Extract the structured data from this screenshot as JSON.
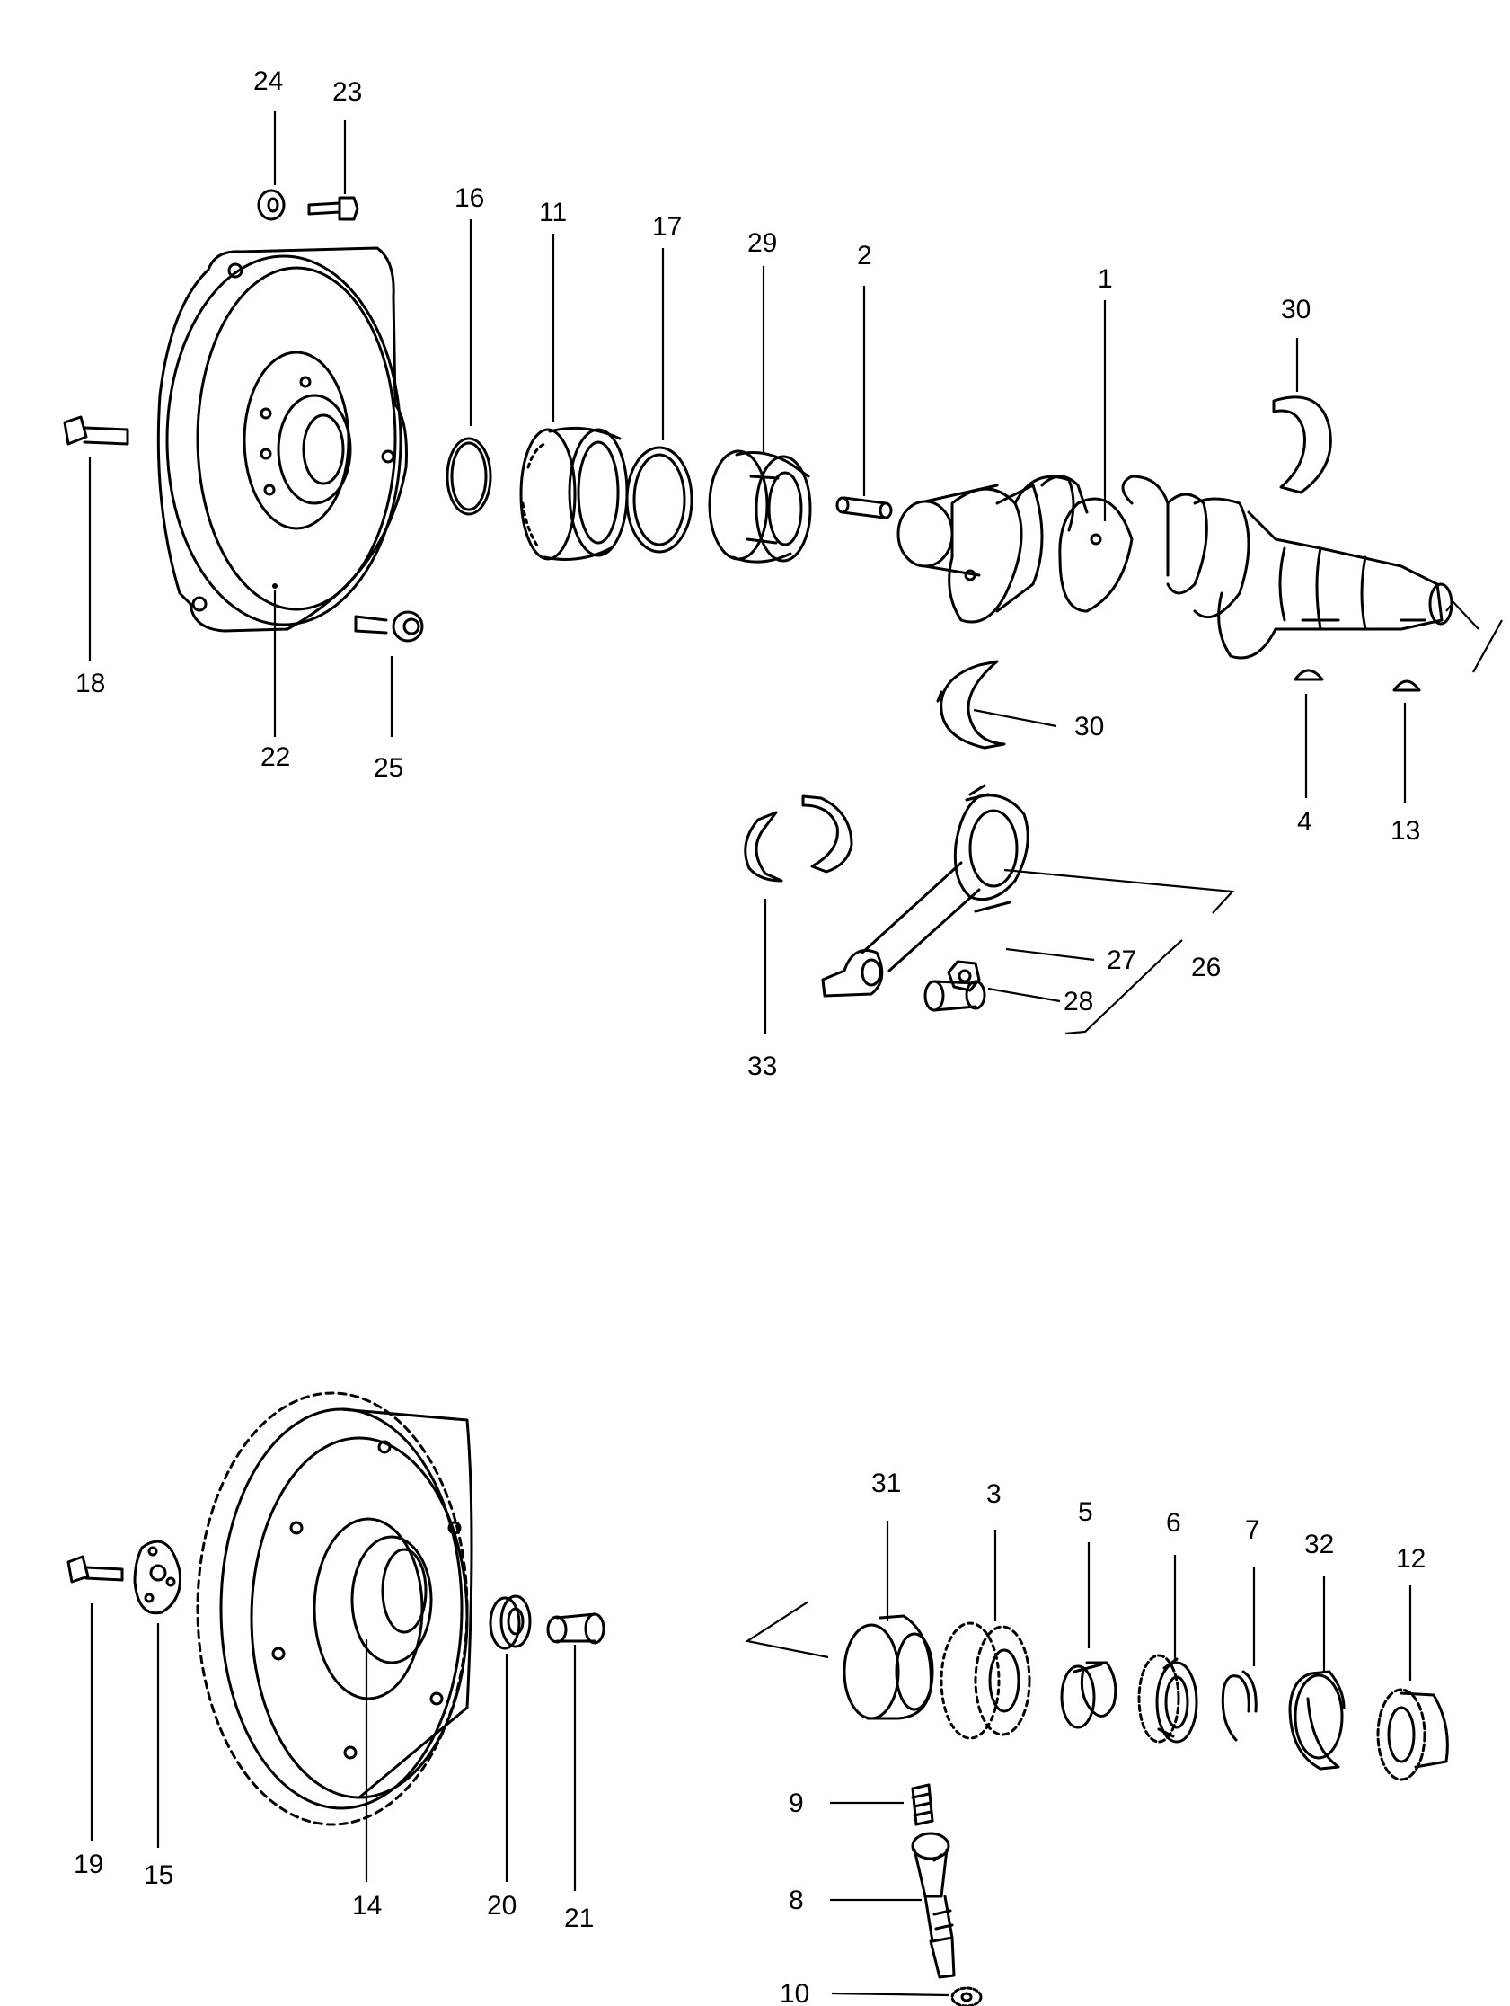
{
  "labels": {
    "l1": "1",
    "l2": "2",
    "l3": "3",
    "l4": "4",
    "l5": "5",
    "l6": "6",
    "l7": "7",
    "l8": "8",
    "l9": "9",
    "l10": "10",
    "l11": "11",
    "l12": "12",
    "l13": "13",
    "l14": "14",
    "l15": "15",
    "l16": "16",
    "l17": "17",
    "l18": "18",
    "l19": "19",
    "l20": "20",
    "l21": "21",
    "l22": "22",
    "l23": "23",
    "l24": "24",
    "l25": "25",
    "l26": "26",
    "l27": "27",
    "l28": "28",
    "l29": "29",
    "l30a": "30",
    "l30b": "30",
    "l31": "31",
    "l32": "32",
    "l33": "33"
  }
}
